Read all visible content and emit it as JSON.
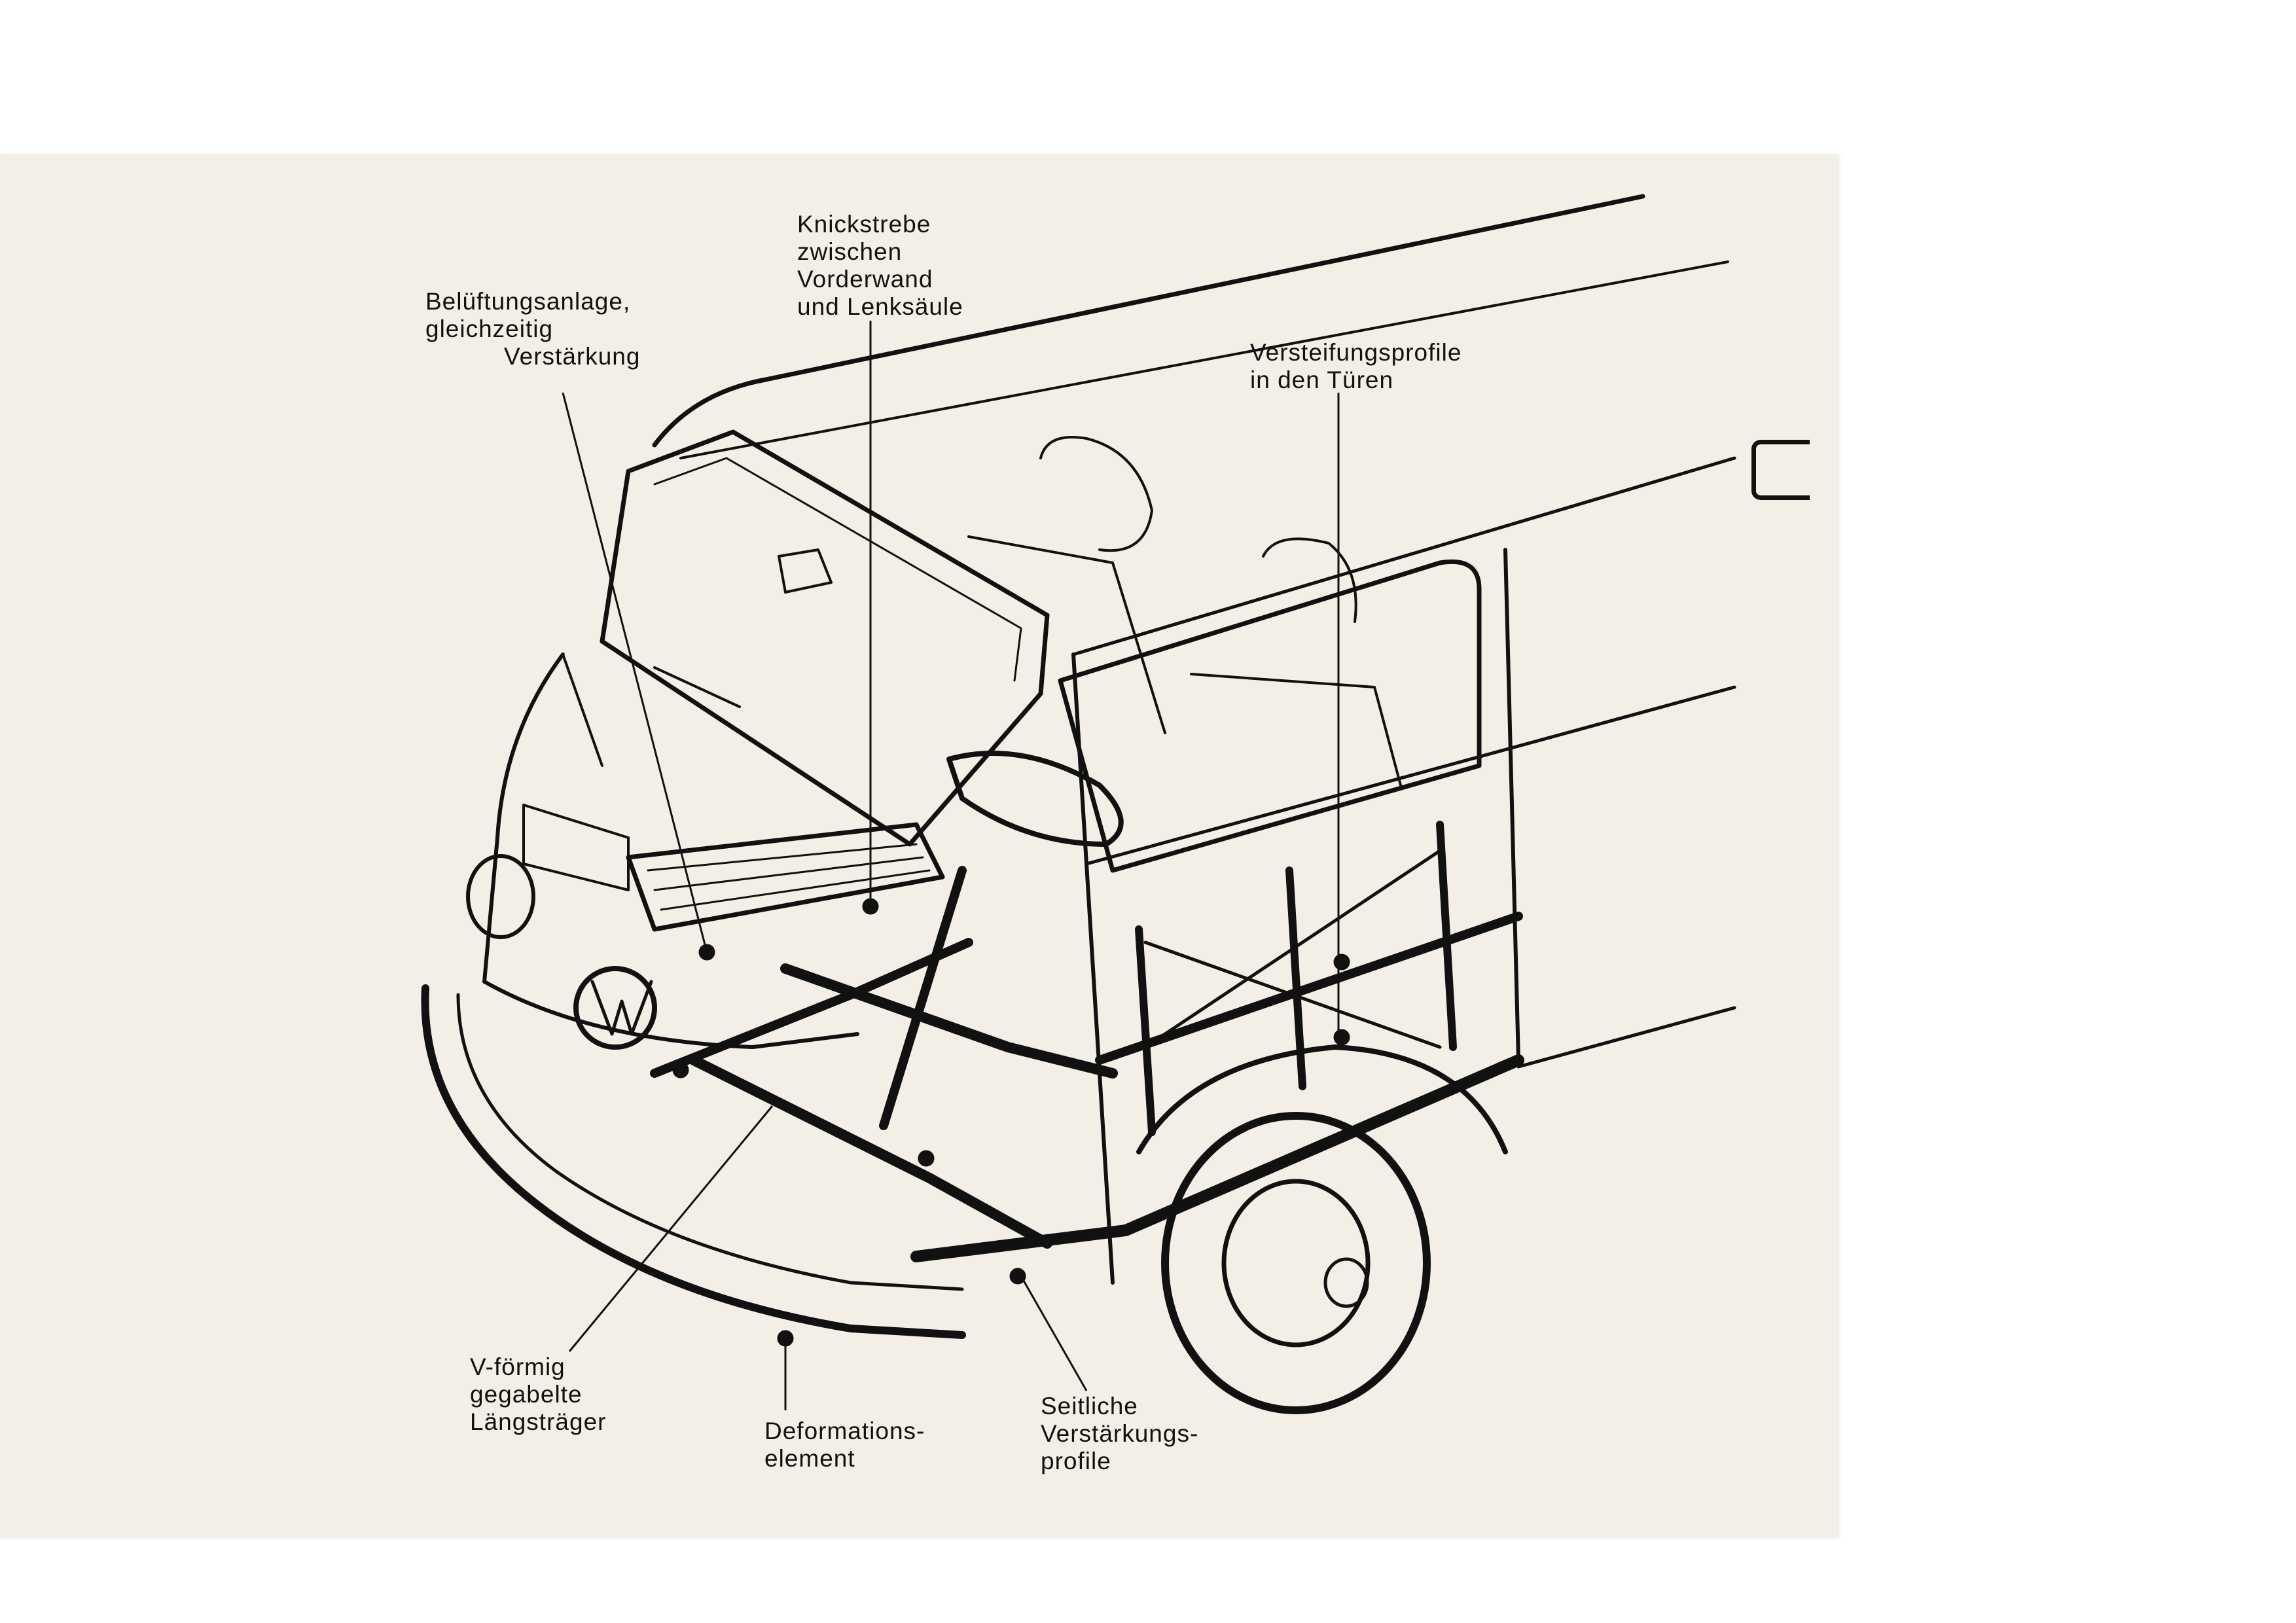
{
  "labels": {
    "belueftung": {
      "lines": [
        "Belüftungsanlage,",
        "gleichzeitig",
        "Verstärkung"
      ]
    },
    "knickstrebe": {
      "lines": [
        "Knickstrebe",
        "zwischen",
        "Vorderwand",
        "und Lenksäule"
      ]
    },
    "versteifung": {
      "lines": [
        "Versteifungsprofile",
        "in den Türen"
      ]
    },
    "laengstraeger": {
      "lines": [
        "V-förmig",
        "gegabelte",
        "Längsträger"
      ]
    },
    "deformation": {
      "lines": [
        "Deformations-",
        "element"
      ]
    },
    "seitliche": {
      "lines": [
        "Seitliche",
        "Verstärkungs-",
        "profile"
      ]
    }
  },
  "colors": {
    "paper": "#f3efe6",
    "ink": "#111111"
  }
}
